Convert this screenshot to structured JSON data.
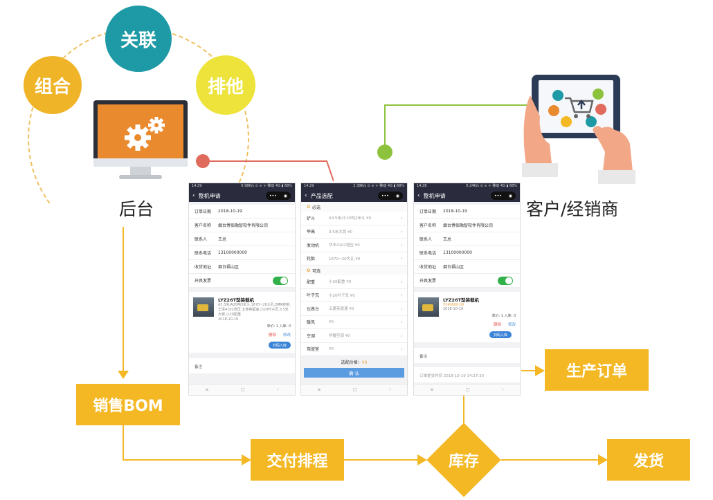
{
  "bubbles": {
    "combo": "组合",
    "relate": "关联",
    "exclude": "排他"
  },
  "labels": {
    "backend": "后台",
    "customer": "客户/经销商"
  },
  "flow": {
    "sales_bom": "销售BOM",
    "delivery_schedule": "交付排程",
    "inventory": "库存",
    "shipping": "发货",
    "production_order": "生产订单"
  },
  "colors": {
    "flow_yellow": "#f4b825",
    "combo_bubble": "#f0b429",
    "relate_bubble": "#1e9aa6",
    "exclude_bubble": "#ede33a",
    "monitor_screen": "#ea8a2e",
    "connector_red": "#e06a5c",
    "connector_green": "#8dc23c"
  },
  "phone1": {
    "status_left": "14:29",
    "status_right": "0.98K/s ⊙ ≋ ᯤ 移动 4G ▮ 68%",
    "title": "整机申请",
    "fields": [
      {
        "label": "订单日期",
        "value": "2018-10-19"
      },
      {
        "label": "客户名称",
        "value": "烟台博佰融智软件有限公司"
      },
      {
        "label": "联系人",
        "value": "王总"
      },
      {
        "label": "联系电话",
        "value": "13100000000"
      },
      {
        "label": "收货地址",
        "value": "烟台福山区"
      },
      {
        "label": "开具发票",
        "value": ""
      }
    ],
    "product": {
      "title": "LYZ26T型装载机",
      "desc": "A3.5米/A20吨3米斗,1670~20大孔,B棒Ⅱ控制,华泽4102增压,五菱英驱速,小20叶子页,3.5米大臂,小20配重",
      "date": "2018-10-19",
      "qty": "单价: 1   入库: 0",
      "delete": "删除",
      "modify": "修改",
      "scan": "扫码入库"
    },
    "remark": "备注"
  },
  "phone2": {
    "status_left": "14:29",
    "status_right": "2.39K/s ⊙ ≋ ᯤ 移动 4G ▮ 68%",
    "title": "产品选配",
    "required": "必选",
    "optional": "可选",
    "required_items": [
      {
        "label": "铲斗",
        "value": "A3.5米/小20吨2米斗 ¥0"
      },
      {
        "label": "举高",
        "value": "3.5米大臂 ¥0"
      },
      {
        "label": "发动机",
        "value": "华丰4102增压 ¥0"
      },
      {
        "label": "轮胎",
        "value": "1670~20大孔 ¥0"
      }
    ],
    "optional_items": [
      {
        "label": "配重",
        "value": "小20配重 ¥0"
      },
      {
        "label": "叶子瓦",
        "value": "小20叶子瓦 ¥0"
      },
      {
        "label": "仪表台",
        "value": "五菱英驱速 ¥0"
      },
      {
        "label": "暖风",
        "value": "¥0"
      },
      {
        "label": "空调",
        "value": "华耀空调 ¥0"
      },
      {
        "label": "驾驶室",
        "value": "¥0"
      }
    ],
    "price_label": "选配价格：",
    "price_value": "¥0",
    "confirm": "确 认"
  },
  "phone3": {
    "status_left": "14:28",
    "status_right": "0.24K/s ⊙ ≋ ᯤ 移动 4G ▮ 68%",
    "title": "整机申请",
    "fields": [
      {
        "label": "订单日期",
        "value": "2018-10-19"
      },
      {
        "label": "客户名称",
        "value": "烟台博佰融智软件有限公司"
      },
      {
        "label": "联系人",
        "value": "王总"
      },
      {
        "label": "联系电话",
        "value": "13100000000"
      },
      {
        "label": "收货地址",
        "value": "烟台福山区"
      },
      {
        "label": "开具发票",
        "value": ""
      }
    ],
    "product": {
      "title": "LYZ26T型装载机",
      "price": "¥340000.00",
      "date": "2018-10-19",
      "qty": "单价: 1   入库: 0",
      "delete": "删除",
      "modify": "修改",
      "scan": "扫码入库"
    },
    "remark": "备注",
    "submit_time": "订单提交时间      2018-10-19 14:27:30"
  }
}
